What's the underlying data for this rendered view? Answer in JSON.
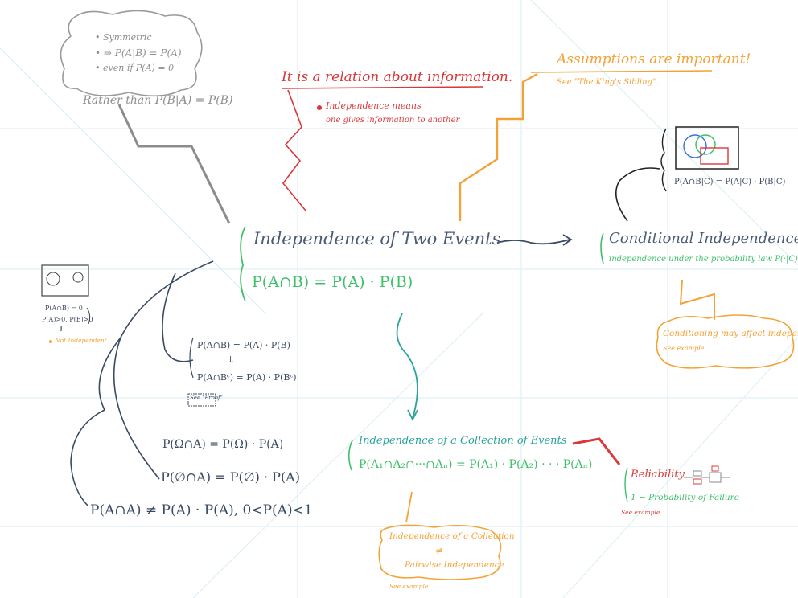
{
  "colors": {
    "gray": "#8e8e8e",
    "red": "#d9383a",
    "orange": "#f4a236",
    "navy": "#3a4a63",
    "green": "#3fbf6a",
    "teal": "#2aa39a",
    "slate": "#4a5b75",
    "grid": "#d8eef2"
  },
  "symmetric_note": {
    "bullet1": "Symmetric",
    "bullet2": "⇒ P(A|B) = P(A)",
    "bullet3": "even if P(A) = 0",
    "footer": "Rather than P(B|A) = P(B)"
  },
  "information_note": {
    "heading": "It is a relation about information.",
    "line1": "Independence means",
    "line2": "one gives information to another"
  },
  "assumptions_note": {
    "heading": "Assumptions are important!",
    "sub": "See \"The King's Sibling\"."
  },
  "conditional_formula": "P(A∩B|C) = P(A|C) · P(B|C)",
  "central": {
    "title": "Independence of Two Events",
    "formula": "P(A∩B) = P(A) · P(B)"
  },
  "conditional": {
    "title": "Conditional Independence",
    "sub": "independence under the probability law P(·|C)"
  },
  "conditioning_box": {
    "title": "Conditioning may affect independence",
    "sub": "See example."
  },
  "disjoint_note": {
    "line1": "P(A∩B) = 0",
    "line2": "P(A)>0, P(B)>0",
    "arrow": "⇓",
    "line3": "Not Independent"
  },
  "complement_note": {
    "line1": "P(A∩B) = P(A) · P(B)",
    "arrow": "⇓",
    "line2": "P(A∩Bᶜ) = P(A) · P(Bᶜ)",
    "proof": "See \"Proof\""
  },
  "special_cases": {
    "omega": "P(Ω∩A) = P(Ω) · P(A)",
    "empty": "P(∅∩A) = P(∅) · P(A)",
    "self": "P(A∩A) ≠ P(A) · P(A),   0<P(A)<1"
  },
  "collection": {
    "title": "Independence of a Collection of Events",
    "formula": "P(A₁∩A₂∩···∩Aₙ) = P(A₁) · P(A₂) · · · P(Aₙ)"
  },
  "pairwise_box": {
    "line1": "Independence of a Collection",
    "neq": "≠",
    "line2": "Pairwise Independence",
    "sub": "See example."
  },
  "reliability": {
    "title": "Reliability",
    "sub": "1 − Probability of Failure",
    "note": "See example."
  }
}
